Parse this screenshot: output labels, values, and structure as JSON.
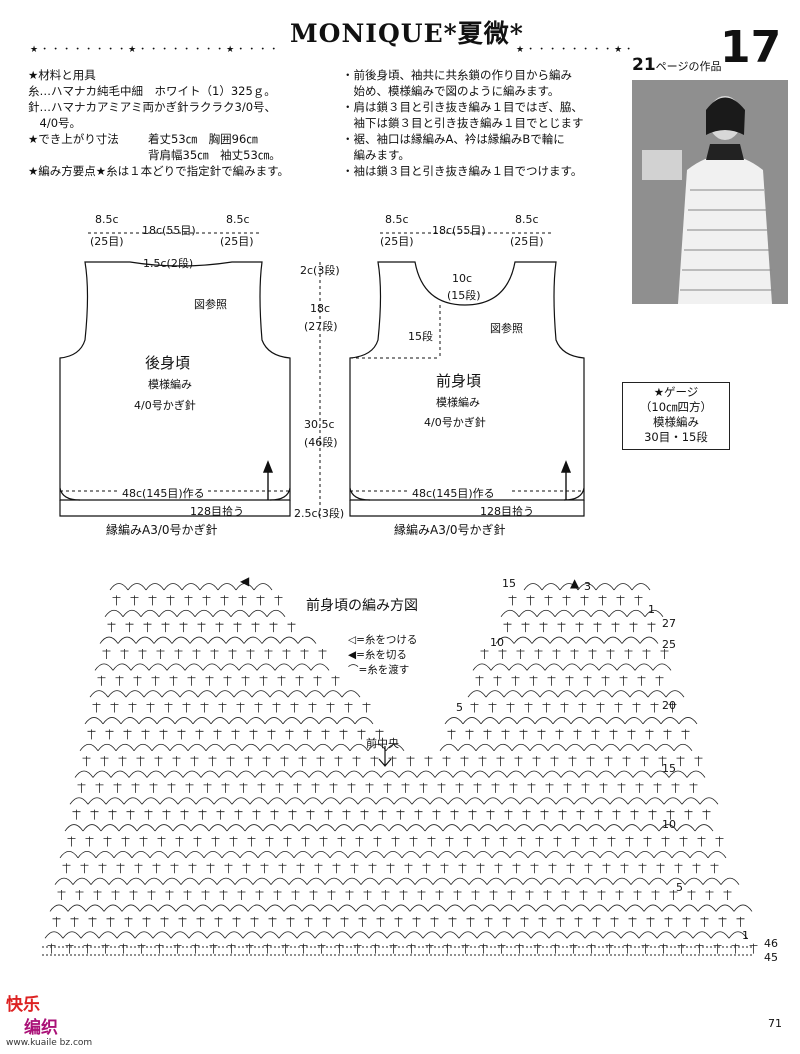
{
  "header": {
    "title": "MONIQUE*夏微*",
    "stars": "★・・・・・・・・★・・・・・・・・★・・・・・・・・★・・・・・・・・★",
    "page_ref": "ページの作品",
    "page_ref_num": "21",
    "work_number": "17"
  },
  "materials": {
    "heading": "★材料と用具",
    "yarn": "糸…ハマナカ純毛中細　ホワイト（1）325ｇ。",
    "hook": "針…ハマナカアミアミ両かぎ針ラクラク3/0号、",
    "hook2": "　4/0号。",
    "size_label": "★でき上がり寸法",
    "size1": "着丈53㎝　胸囲96㎝",
    "size2": "背肩幅35㎝　袖丈53㎝。",
    "points": "★編み方要点★糸は１本どりで指定針で編みます。"
  },
  "instructions": [
    "・前後身頃、袖共に共糸鎖の作り目から編み",
    "　始め、模様編みで図のように編みます。",
    "・肩は鎖３目と引き抜き編み１目ではぎ、脇、",
    "　袖下は鎖３目と引き抜き編み１目でとじます",
    "・裾、袖口は縁編みA、衿は縁編みBで輪に",
    "　編みます。",
    "・袖は鎖３目と引き抜き編み１目でつけます。"
  ],
  "gauge": {
    "title": "★ゲージ",
    "size": "（10㎝四方）",
    "pattern": "模様編み",
    "count": "30目・15段"
  },
  "back": {
    "top_left": "8.5c",
    "top_left_rows": "(25目)",
    "top_mid": "18c(55目)",
    "top_right": "8.5c",
    "top_right_rows": "(25目)",
    "neck": "1.5c(2段)",
    "ref": "図参照",
    "name": "後身頃",
    "pattern": "模様編み",
    "hook": "4/0号かぎ針",
    "width": "48c(145目)作る",
    "band": "128目拾う",
    "edge": "縁編みA3/0号かぎ針"
  },
  "side_dims": {
    "d1": "2c(3段)",
    "d2": "18c",
    "d2b": "(27段)",
    "d3": "30.5c",
    "d3b": "(46段)",
    "d4": "2.5c(3段)"
  },
  "front": {
    "top_left": "8.5c",
    "top_left_rows": "(25目)",
    "top_mid": "18c(55目)",
    "top_right": "8.5c",
    "top_right_rows": "(25目)",
    "neck": "10c",
    "neck_rows": "(15段)",
    "neck_depth": "15段",
    "ref": "図参照",
    "name": "前身頃",
    "pattern": "模様編み",
    "hook": "4/0号かぎ針",
    "width": "48c(145目)作る",
    "band": "128目拾う",
    "edge": "縁編みA3/0号かぎ針"
  },
  "chart": {
    "title": "前身頃の編み方図",
    "legend1": "=糸をつける",
    "legend2": "=糸を切る",
    "legend3": "=糸を渡す",
    "center": "前中央",
    "row_labels": [
      "1",
      "27",
      "25",
      "20",
      "15",
      "10",
      "5",
      "1",
      "46",
      "45"
    ],
    "left_labels": [
      "15",
      "10",
      "5"
    ],
    "top_mark": "3"
  },
  "footer": {
    "logo1": "快乐",
    "logo2": "编织",
    "url": "www.kuaile bz.com",
    "page": "71"
  }
}
